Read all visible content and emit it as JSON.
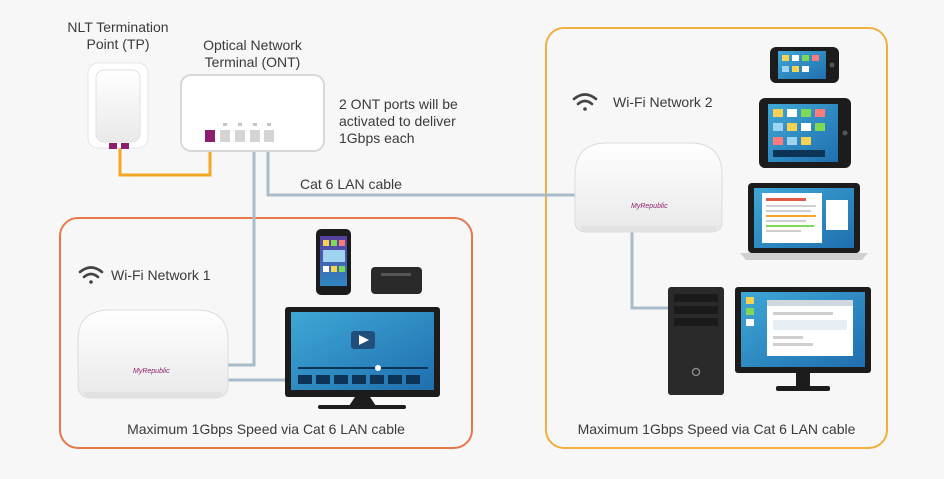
{
  "tp": {
    "label_line1": "NLT Termination",
    "label_line2": "Point (TP)"
  },
  "ont": {
    "label_line1": "Optical Network",
    "label_line2": "Terminal (ONT)"
  },
  "ont_note": {
    "line1": "2 ONT ports will be",
    "line2": "activated to deliver",
    "line3": "1Gbps each"
  },
  "cable_label": "Cat 6 LAN cable",
  "network1": {
    "name": "Wi-Fi Network 1",
    "footer": "Maximum 1Gbps Speed via Cat 6 LAN cable",
    "border_color": "#e8774a"
  },
  "network2": {
    "name": "Wi-Fi Network 2",
    "footer": "Maximum 1Gbps Speed via Cat 6 LAN cable",
    "border_color": "#f0b040"
  },
  "router_brand": "MyRepublic",
  "colors": {
    "fiber": "#f5a623",
    "lan": "#a9bccb",
    "port_active": "#8e1d6e"
  }
}
